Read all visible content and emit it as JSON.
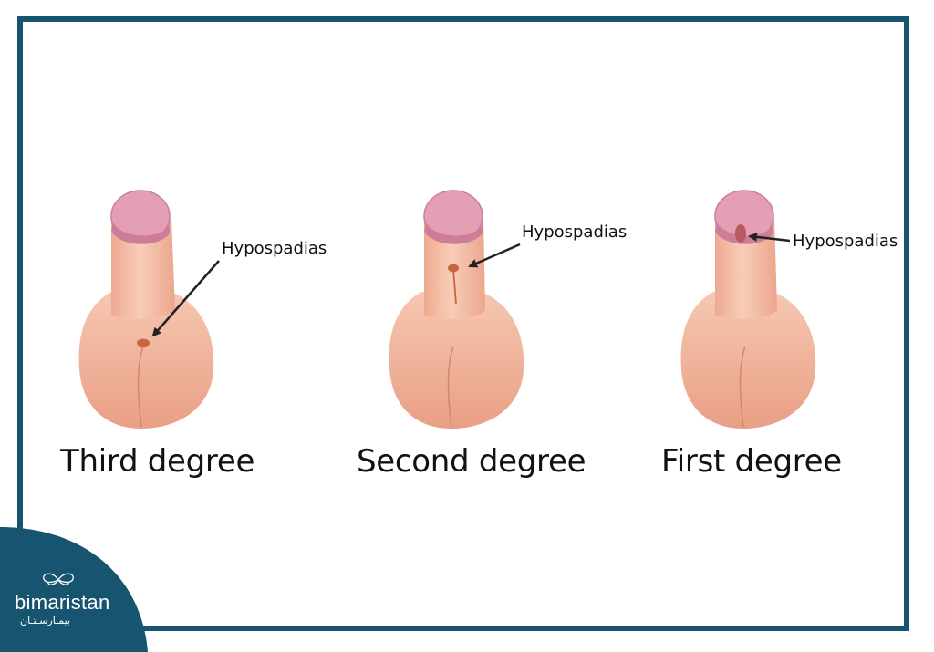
{
  "figures": [
    {
      "caption": "Third degree",
      "label": "Hypospadias"
    },
    {
      "caption": "Second degree",
      "label": "Hypospadias"
    },
    {
      "caption": "First degree",
      "label": "Hypospadias"
    }
  ],
  "logo": {
    "name": "bimaristan",
    "arabic": "بيمـارسـتـان"
  },
  "colors": {
    "frame": "#17546f",
    "skin": "#f0b59c",
    "skin_dark": "#e09a80",
    "glans": "#e59fb5",
    "meatus": "#c8643f",
    "arrow": "#222222",
    "logo_bg": "#17546f"
  }
}
